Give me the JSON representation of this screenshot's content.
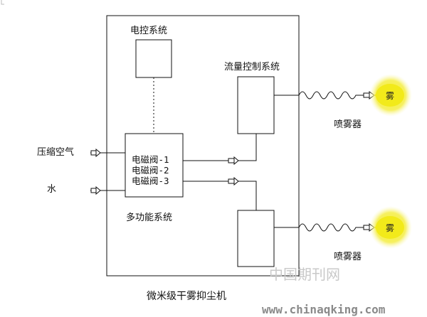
{
  "diagram": {
    "caption": "微米级干雾抑尘机",
    "electric_control": "电控系统",
    "flow_control": "流量控制系统",
    "multi_function": "多功能系统",
    "valves": [
      "电磁阀-1",
      "电磁阀-2",
      "电磁阀-3"
    ],
    "inputs": {
      "air": "压缩空气",
      "water": "水"
    },
    "sprayers": [
      "喷雾器",
      "喷雾器"
    ],
    "nozzle_text": "雾"
  },
  "watermark": {
    "cn": "中国期刊网",
    "url": "www.chinaqking.com"
  },
  "colors": {
    "nozzle_fill": "#f2ea1a",
    "glow": "#faf7a0",
    "line": "#111111"
  }
}
